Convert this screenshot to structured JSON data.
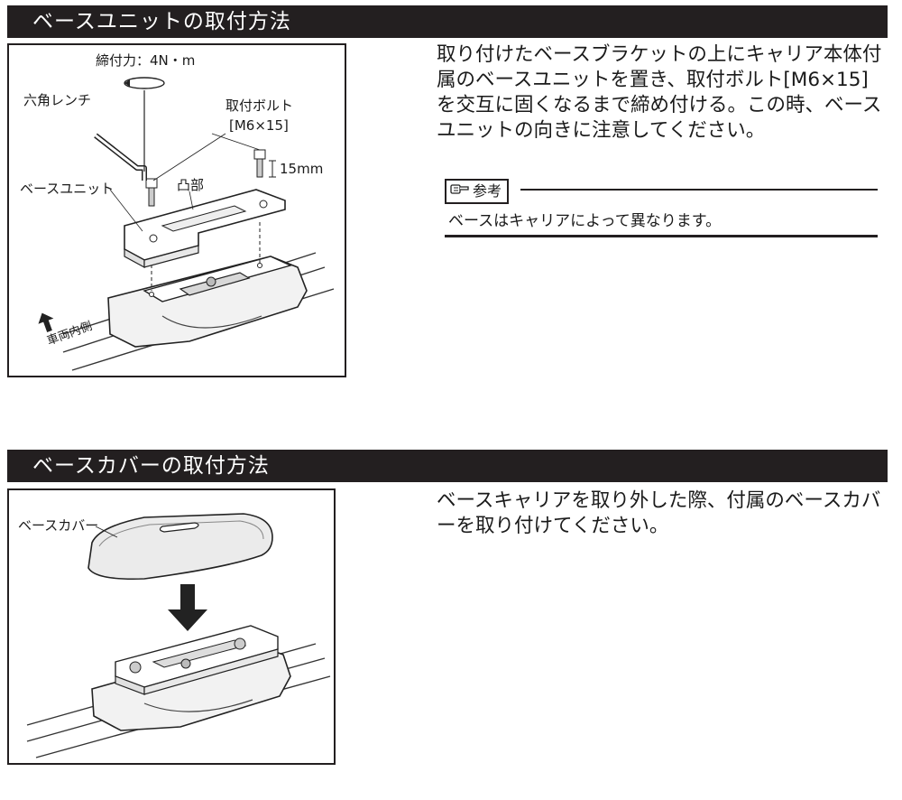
{
  "section1": {
    "title": "ベースユニットの取付方法",
    "labels": {
      "torque": "締付力：4N・m",
      "wrench": "六角レンチ",
      "bolt": "取付ボルト",
      "bolt_size": "[M6×15]",
      "length": "15mm",
      "base_unit": "ベースユニット",
      "protrusion": "凸部",
      "vehicle_inside": "車両内側"
    },
    "text": "取り付けたベースブラケットの上にキャリア本体付属のベースユニットを置き、取付ボルト[M6×15]を交互に固くなるまで締め付ける。この時、ベースユニットの向きに注意してください。",
    "note": {
      "label": "参考",
      "icon": "pointing-hand-icon",
      "text": "ベースはキャリアによって異なります。"
    }
  },
  "section2": {
    "title": "ベースカバーの取付方法",
    "labels": {
      "cover": "ベースカバー"
    },
    "text": "ベースキャリアを取り外した際、付属のベースカバーを取り付けてください。"
  }
}
